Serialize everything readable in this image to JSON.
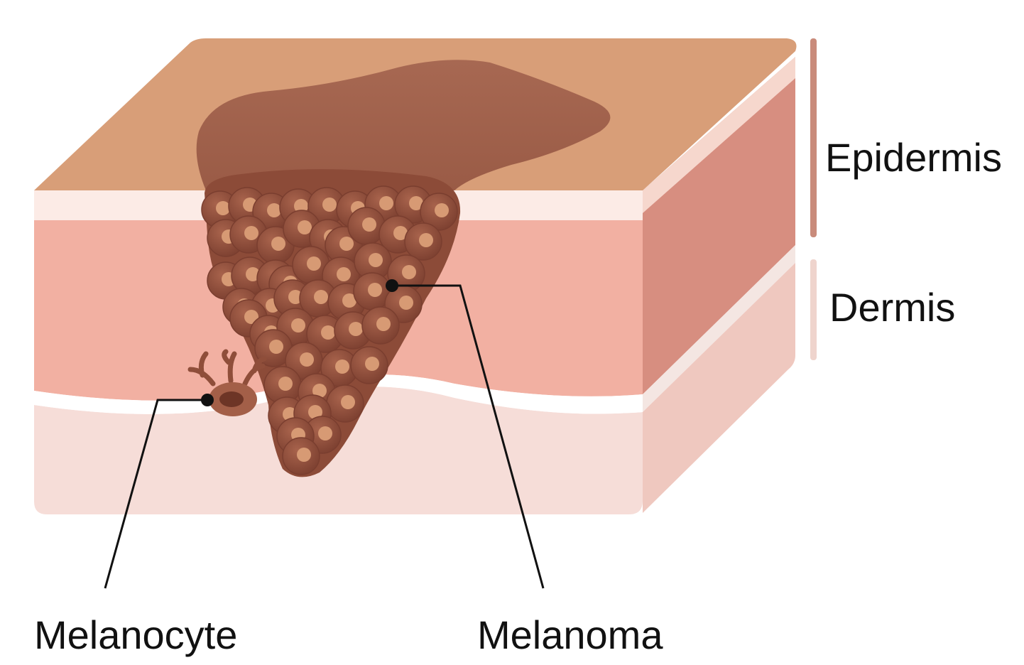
{
  "labels": {
    "epidermis": "Epidermis",
    "dermis": "Dermis",
    "melanocyte": "Melanocyte",
    "melanoma": "Melanoma"
  },
  "colors": {
    "skin_surface": "#D89E78",
    "lesion": "#A86752",
    "epidermis_front": "#F2B0A2",
    "epidermis_side": "#D78E80",
    "dermis_front": "#F6DDD8",
    "dermis_side": "#EFC8BF",
    "thin_layer": "#FCEBE6",
    "tumor_cell": "#8F4E3A",
    "tumor_nucleus": "#D79A74",
    "epidermis_bar": "#C98B7B",
    "dermis_bar": "#EFD4CD",
    "leader_line": "#111111"
  }
}
